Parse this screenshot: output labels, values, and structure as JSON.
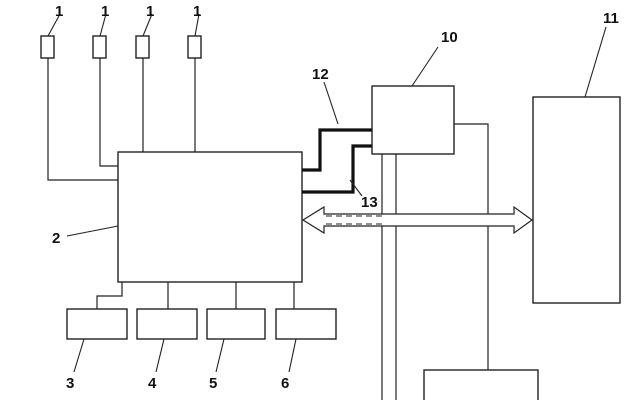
{
  "labels": {
    "sensor": "1",
    "controller": "2",
    "module_a": "3",
    "module_b": "4",
    "module_c": "5",
    "module_d": "6",
    "unit_10": "10",
    "unit_11": "11",
    "link_12": "12",
    "link_13": "13"
  }
}
